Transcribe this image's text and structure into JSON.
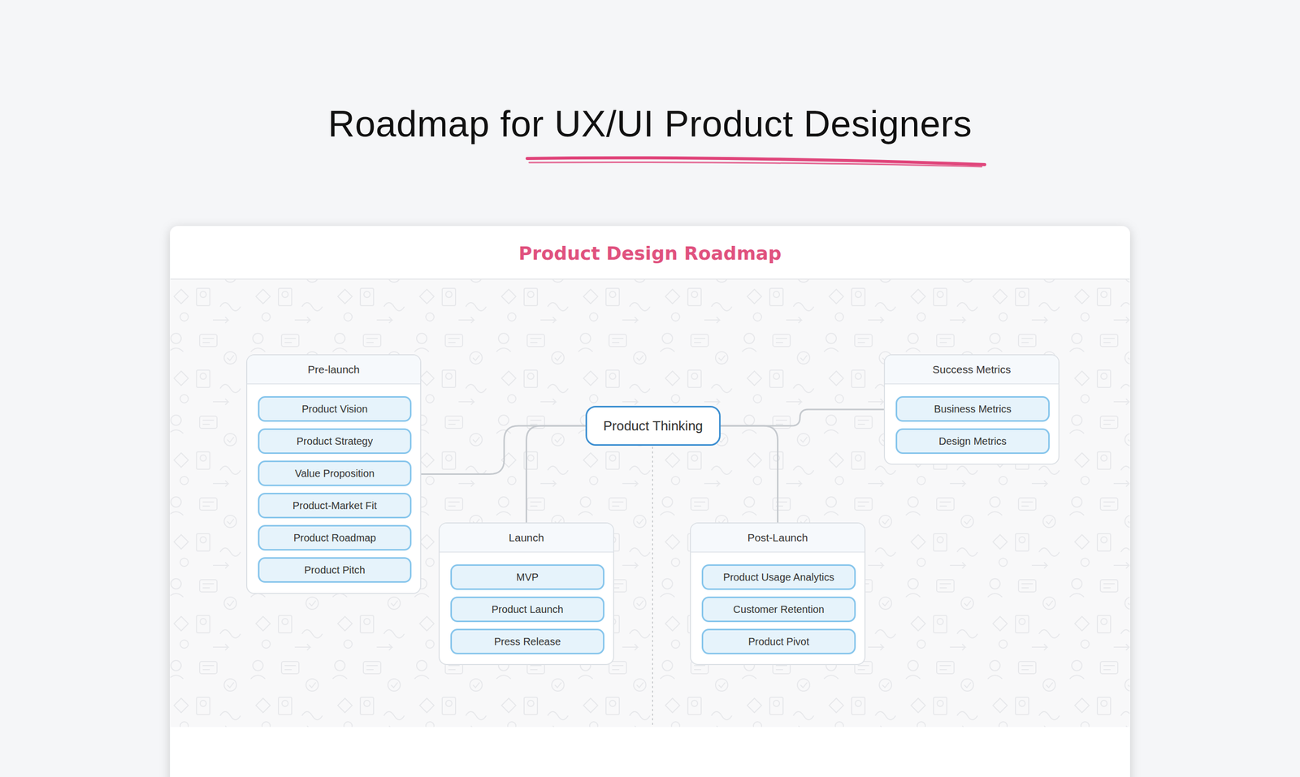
{
  "diagram": {
    "title": "Roadmap for UX/UI Product Designers",
    "nodes": [
      {
        "text": [
          "Pre-launch"
        ]
      },
      {
        "text": [
          "Product Vision"
        ],
        "in": 0
      },
      {
        "text": [
          "Product Strategy"
        ],
        "in": 0
      },
      {
        "text": [
          "Value Proposition"
        ],
        "in": 0
      },
      {
        "text": [
          "Product-Market Fit"
        ],
        "in": 0
      },
      {
        "text": [
          "Product Roadmap"
        ],
        "in": 0
      },
      {
        "text": [
          "Product Pitch"
        ],
        "in": 0
      },
      {
        "text": [
          "Product Thinking"
        ]
      },
      {
        "text": [
          "Success Metrics"
        ]
      },
      {
        "text": [
          "Business Metrics"
        ],
        "in": 8
      },
      {
        "text": [
          "Design Metrics"
        ],
        "in": 8
      },
      {
        "text": [
          "Launch"
        ]
      },
      {
        "text": [
          "MVP"
        ],
        "in": 11
      },
      {
        "text": [
          "Product Launch"
        ],
        "in": 11
      },
      {
        "text": [
          "Press Release"
        ],
        "in": 11
      },
      {
        "text": [
          "Post-Launch"
        ]
      },
      {
        "text": [
          "Product Usage Analytics"
        ],
        "in": 15
      },
      {
        "text": [
          "Customer Retention"
        ],
        "in": 15
      },
      {
        "text": [
          "Product Pivot"
        ],
        "in": 15
      }
    ],
    "edges": [
      {
        "from": 7,
        "to": 0,
        "arrow": "none"
      },
      {
        "from": 7,
        "to": 11,
        "arrow": "none"
      },
      {
        "from": 7,
        "to": 15,
        "arrow": "none"
      },
      {
        "from": 7,
        "to": 8,
        "arrow": "none"
      }
    ],
    "labels": [
      "Product Design Roadmap"
    ]
  }
}
